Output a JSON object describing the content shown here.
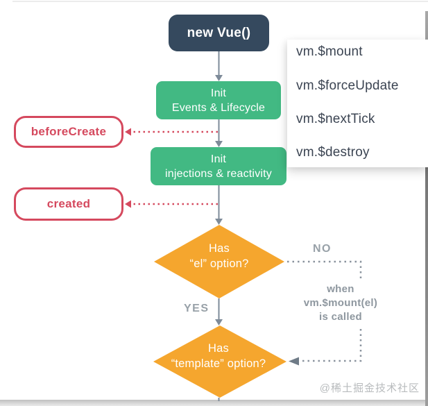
{
  "colors": {
    "navy": "#35495e",
    "green": "#42b983",
    "orange": "#f5a62e",
    "red": "#d5495e",
    "connector_gray": "#7e8b99",
    "label_gray": "#98a1a8",
    "panel_text": "#3b4452",
    "watermark_gray": "#b8bbbd"
  },
  "flowchart": {
    "new_vue": {
      "label": "new Vue()"
    },
    "steps": [
      {
        "line1": "Init",
        "line2": "Events & Lifecycle"
      },
      {
        "line1": "Init",
        "line2": "injections & reactivity"
      }
    ],
    "hooks": [
      {
        "label": "beforeCreate"
      },
      {
        "label": "created"
      }
    ],
    "decisions": [
      {
        "line1": "Has",
        "line2": "“el” option?"
      },
      {
        "line1": "Has",
        "line2": "“template” option?"
      }
    ],
    "branch_labels": {
      "no": "NO",
      "yes": "YES"
    },
    "note": {
      "line1": "when",
      "line2": "vm.$mount(el)",
      "line3": "is called"
    }
  },
  "api_panel": {
    "items": [
      {
        "label": "vm.$mount"
      },
      {
        "label": "vm.$forceUpdate"
      },
      {
        "label": "vm.$nextTick"
      },
      {
        "label": "vm.$destroy"
      }
    ]
  },
  "watermark": {
    "label": "@稀土掘金技术社区"
  }
}
